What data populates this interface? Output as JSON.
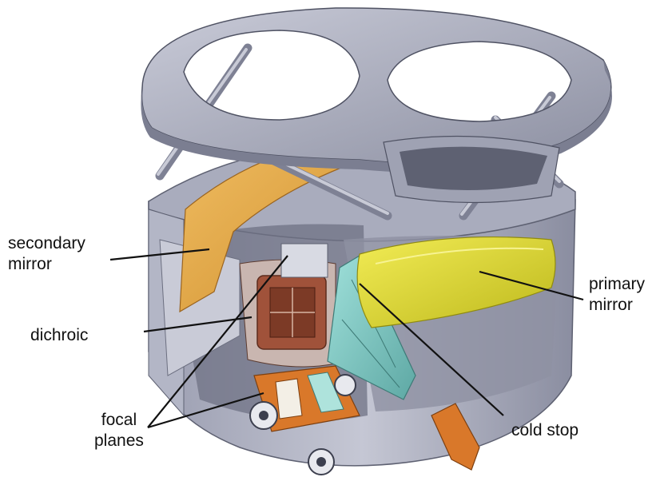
{
  "labels": {
    "secondary_mirror": [
      "secondary",
      "mirror"
    ],
    "primary_mirror": [
      "primary",
      "mirror"
    ],
    "dichroic": "dichroic",
    "focal_planes": [
      "focal",
      "planes"
    ],
    "cold_stop": "cold stop"
  },
  "colors": {
    "structure": "#b9bccb",
    "structure_dark": "#8e92a3",
    "secondary_mirror": "#e8a94a",
    "primary_mirror": "#e6e032",
    "cold_stop_panel": "#7fc9c4",
    "dichroic": "#a0523a",
    "focal_plane_parts": "#d9782a",
    "leader_line": "#111111"
  }
}
